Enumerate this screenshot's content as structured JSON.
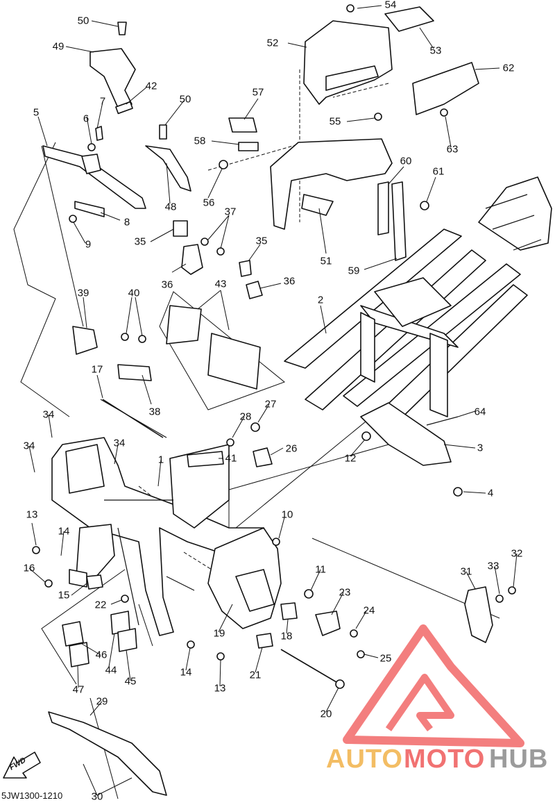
{
  "diagram": {
    "reference_code": "5JW1300-1210",
    "fwd_label": "FWD",
    "callouts": [
      {
        "id": "c1",
        "label": "1"
      },
      {
        "id": "c2",
        "label": "2"
      },
      {
        "id": "c3",
        "label": "3"
      },
      {
        "id": "c4",
        "label": "4"
      },
      {
        "id": "c5",
        "label": "5"
      },
      {
        "id": "c6",
        "label": "6"
      },
      {
        "id": "c7",
        "label": "7"
      },
      {
        "id": "c8",
        "label": "8"
      },
      {
        "id": "c9",
        "label": "9"
      },
      {
        "id": "c10",
        "label": "10"
      },
      {
        "id": "c11",
        "label": "11"
      },
      {
        "id": "c12",
        "label": "12"
      },
      {
        "id": "c13a",
        "label": "13"
      },
      {
        "id": "c13b",
        "label": "13"
      },
      {
        "id": "c14a",
        "label": "14"
      },
      {
        "id": "c14b",
        "label": "14"
      },
      {
        "id": "c15",
        "label": "15"
      },
      {
        "id": "c16",
        "label": "16"
      },
      {
        "id": "c17",
        "label": "17"
      },
      {
        "id": "c18",
        "label": "18"
      },
      {
        "id": "c19",
        "label": "19"
      },
      {
        "id": "c20",
        "label": "20"
      },
      {
        "id": "c21",
        "label": "21"
      },
      {
        "id": "c22",
        "label": "22"
      },
      {
        "id": "c23",
        "label": "23"
      },
      {
        "id": "c24",
        "label": "24"
      },
      {
        "id": "c25",
        "label": "25"
      },
      {
        "id": "c26",
        "label": "26"
      },
      {
        "id": "c27",
        "label": "27"
      },
      {
        "id": "c28",
        "label": "28"
      },
      {
        "id": "c29",
        "label": "29"
      },
      {
        "id": "c30",
        "label": "30"
      },
      {
        "id": "c31",
        "label": "31"
      },
      {
        "id": "c32",
        "label": "32"
      },
      {
        "id": "c33",
        "label": "33"
      },
      {
        "id": "c34a",
        "label": "34"
      },
      {
        "id": "c34b",
        "label": "34"
      },
      {
        "id": "c34c",
        "label": "34"
      },
      {
        "id": "c35a",
        "label": "35"
      },
      {
        "id": "c35b",
        "label": "35"
      },
      {
        "id": "c36a",
        "label": "36"
      },
      {
        "id": "c36b",
        "label": "36"
      },
      {
        "id": "c37",
        "label": "37"
      },
      {
        "id": "c38",
        "label": "38"
      },
      {
        "id": "c39",
        "label": "39"
      },
      {
        "id": "c40",
        "label": "40"
      },
      {
        "id": "c41",
        "label": "41"
      },
      {
        "id": "c42",
        "label": "42"
      },
      {
        "id": "c43",
        "label": "43"
      },
      {
        "id": "c44",
        "label": "44"
      },
      {
        "id": "c45",
        "label": "45"
      },
      {
        "id": "c46",
        "label": "46"
      },
      {
        "id": "c47",
        "label": "47"
      },
      {
        "id": "c48",
        "label": "48"
      },
      {
        "id": "c49",
        "label": "49"
      },
      {
        "id": "c50a",
        "label": "50"
      },
      {
        "id": "c50b",
        "label": "50"
      },
      {
        "id": "c51",
        "label": "51"
      },
      {
        "id": "c52",
        "label": "52"
      },
      {
        "id": "c53",
        "label": "53"
      },
      {
        "id": "c54",
        "label": "54"
      },
      {
        "id": "c55",
        "label": "55"
      },
      {
        "id": "c56",
        "label": "56"
      },
      {
        "id": "c57",
        "label": "57"
      },
      {
        "id": "c58",
        "label": "58"
      },
      {
        "id": "c59",
        "label": "59"
      },
      {
        "id": "c60",
        "label": "60"
      },
      {
        "id": "c61",
        "label": "61"
      },
      {
        "id": "c62",
        "label": "62"
      },
      {
        "id": "c63",
        "label": "63"
      },
      {
        "id": "c64",
        "label": "64"
      }
    ]
  },
  "watermark": {
    "part1": "AUTO",
    "part2": "MOTO",
    "part3": "HUB",
    "colors": {
      "auto": "#f2b24a",
      "moto": "#ef5a5a",
      "hub": "#8a8a8a",
      "triangle": "#f05454"
    }
  }
}
